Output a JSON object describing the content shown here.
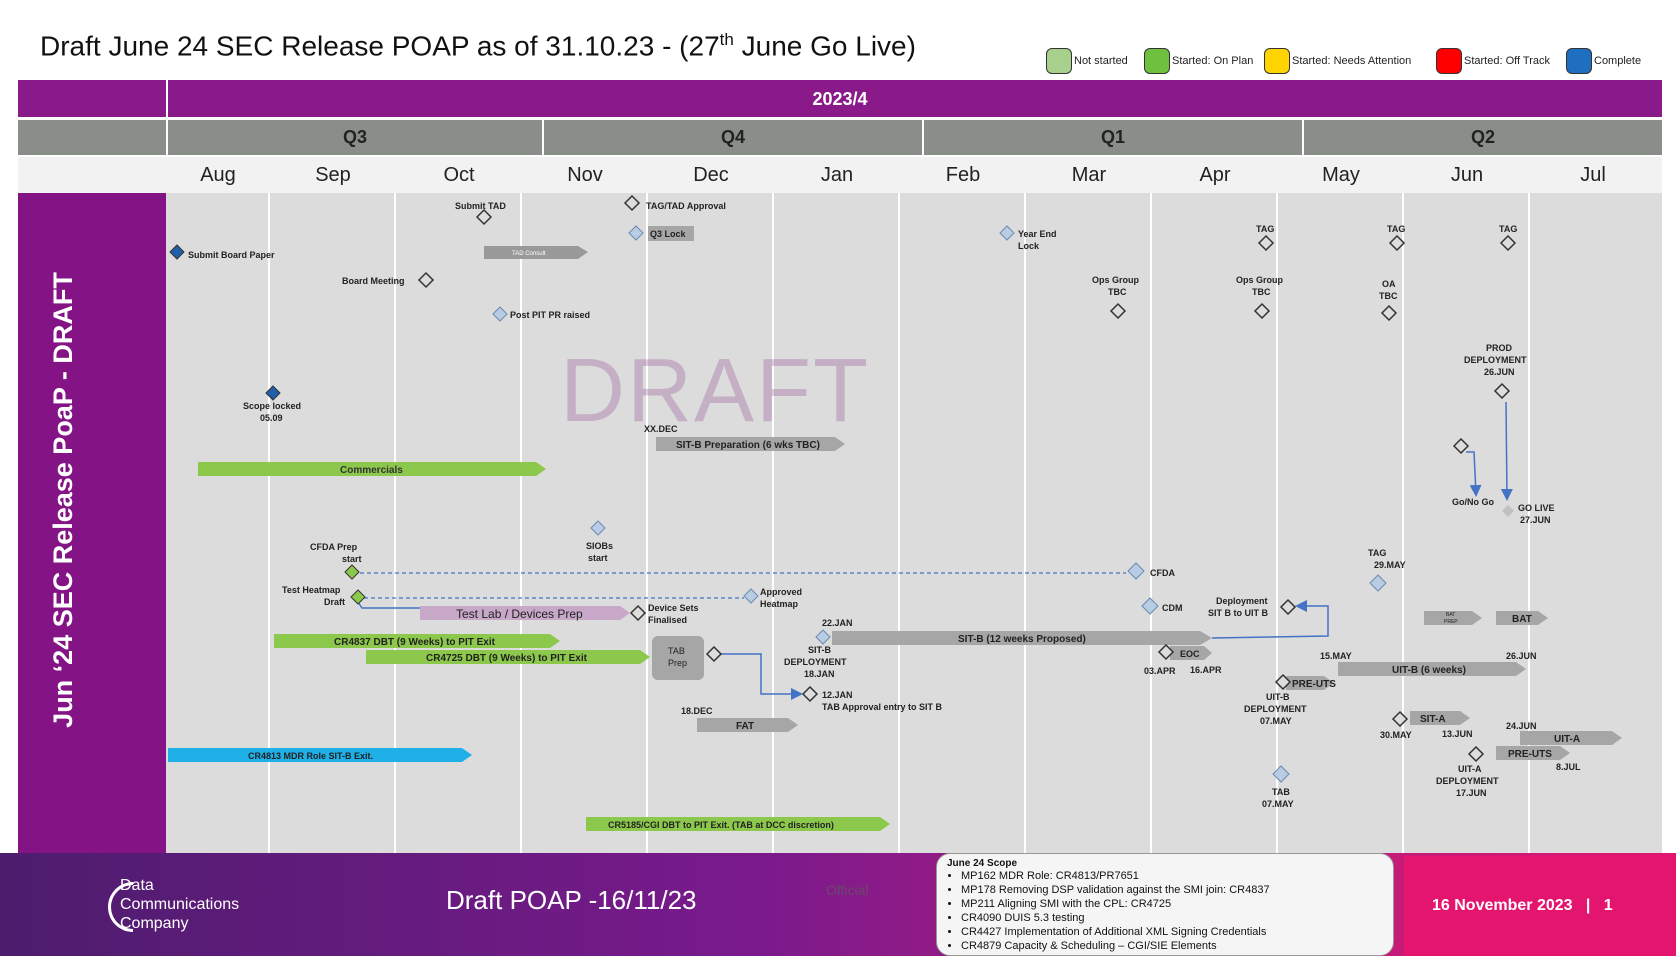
{
  "title": {
    "pre": "Draft June 24 SEC Release POAP  as of 31.10.23 - (27",
    "sup": "th",
    "post": " June Go Live)"
  },
  "legend": [
    {
      "label": "Not started",
      "color": "#a8d08d"
    },
    {
      "label": "Started: On Plan",
      "color": "#70c040"
    },
    {
      "label": "Started: Needs Attention",
      "color": "#ffd400"
    },
    {
      "label": "Started: Off Track",
      "color": "#ff0000"
    },
    {
      "label": "Complete",
      "color": "#1f6fc0"
    }
  ],
  "year": "2023/4",
  "quarters": [
    "Q3",
    "Q4",
    "Q1",
    "Q2"
  ],
  "months": [
    "Aug",
    "Sep",
    "Oct",
    "Nov",
    "Dec",
    "Jan",
    "Feb",
    "Mar",
    "Apr",
    "May",
    "Jun",
    "Jul"
  ],
  "side_label": "Jun ‘24 SEC Release PoaP - DRAFT",
  "watermark": "DRAFT",
  "milestones": {
    "submit_board_paper": "Submit Board Paper",
    "submit_tad": "Submit TAD",
    "tag_tad_approval": "TAG/TAD Approval",
    "q3_lock": "Q3 Lock",
    "tad_consult": "TAD Consult",
    "board_meeting": "Board Meeting",
    "post_pit_pr": "Post PIT PR raised",
    "year_end_lock_1": "Year End",
    "year_end_lock_2": "Lock",
    "tag": "TAG",
    "ops_group_1": "Ops Group",
    "tbc": "TBC",
    "oa": "OA",
    "prod_1": "PROD",
    "prod_2": "DEPLOYMENT",
    "prod_3": "26.JUN",
    "scope_locked_1": "Scope locked",
    "scope_locked_2": "05.09",
    "xx_dec": "XX.DEC",
    "sitb_prep": "SIT-B Preparation (6 wks TBC)",
    "commercials": "Commercials",
    "go_nogo": "Go/No Go",
    "go_live_1": "GO LIVE",
    "go_live_2": "27.JUN",
    "siobs_1": "SIOBs",
    "siobs_2": "start",
    "tag_29may_1": "TAG",
    "tag_29may_2": "29.MAY",
    "cfda_prep_1": "CFDA Prep",
    "cfda_prep_2": "start",
    "cfda": "CFDA",
    "test_heatmap_1": "Test Heatmap",
    "test_heatmap_2": "Draft",
    "approved_heatmap_1": "Approved",
    "approved_heatmap_2": "Heatmap",
    "cdm": "CDM",
    "deploy_sitb_1": "Deployment",
    "deploy_sitb_2": "SIT B to UIT B",
    "test_lab": "Test Lab / Devices Prep",
    "device_sets_1": "Device Sets",
    "device_sets_2": "Finalised",
    "bat_prep_1": "BAT",
    "bat_prep_2": "PREP",
    "bat": "BAT",
    "jan22": "22.JAN",
    "cr4837": "CR4837 DBT (9 Weeks) to PIT Exit",
    "sitb_12": "SIT-B (12 weeks Proposed)",
    "cr4725": "CR4725 DBT (9 Weeks) to PIT Exit",
    "tab_prep_1": "TAB",
    "tab_prep_2": "Prep",
    "sitb_deploy_1": "SIT-B",
    "sitb_deploy_2": "DEPLOYMENT",
    "sitb_deploy_3": "18.JAN",
    "eoc": "EOC",
    "apr03": "03.APR",
    "apr16": "16.APR",
    "may15": "15.MAY",
    "jun26": "26.JUN",
    "uitb6": "UIT-B (6 weeks)",
    "pre_uts": "PRE-UTS",
    "jan12": "12.JAN",
    "tab_approval": "TAB Approval entry to SIT B",
    "uitb_deploy_1": "UIT-B",
    "uitb_deploy_2": "DEPLOYMENT",
    "uitb_deploy_3": "07.MAY",
    "dec18": "18.DEC",
    "fat": "FAT",
    "sita": "SIT-A",
    "may30": "30.MAY",
    "jun13": "13.JUN",
    "jun24": "24.JUN",
    "uita": "UIT-A",
    "pre_uts2": "PRE-UTS",
    "uita_deploy_1": "UIT-A",
    "uita_deploy_2": "DEPLOYMENT",
    "uita_deploy_3": "17.JUN",
    "jul8": "8.JUL",
    "cr4813": "CR4813 MDR Role SIT-B Exit.",
    "tab_1": "TAB",
    "tab_2": "07.MAY",
    "cr5185": "CR5185/CGI DBT to PIT Exit. (TAB at DCC discretion)"
  },
  "footer": {
    "logo": [
      "Data",
      "Communications",
      "Company"
    ],
    "draft": "Draft POAP -16/11/23",
    "official": "Official",
    "scope_title": "June 24 Scope",
    "scope_items": [
      "MP162 MDR Role: CR4813/PR7651",
      "MP178 Removing DSP validation against the SMI join: CR4837",
      "MP211 Aligning SMI with the CPL: CR4725",
      "CR4090 DUIS 5.3 testing",
      "CR4427 Implementation of Additional XML Signing Credentials",
      "CR4879 Capacity & Scheduling – CGI/SIE Elements"
    ],
    "date": "16 November 2023",
    "page": "1"
  }
}
